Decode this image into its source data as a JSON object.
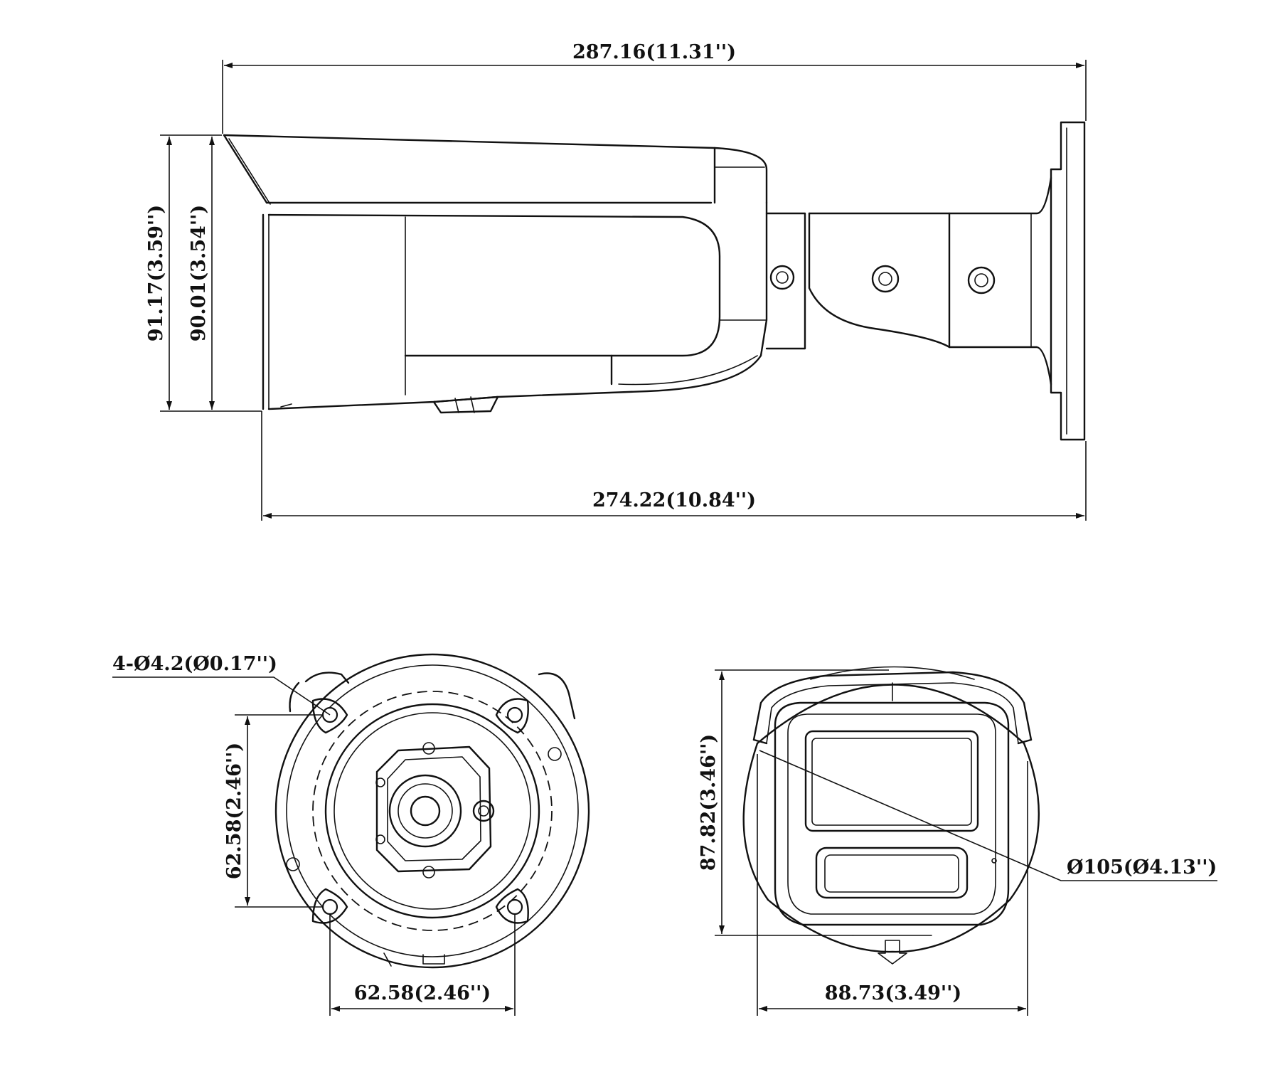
{
  "side_view": {
    "overall_length": "287.16(11.31'')",
    "body_length": "274.22(10.84'')",
    "total_height": "91.17(3.59'')",
    "body_height": "90.01(3.54'')"
  },
  "rear_view": {
    "mount_holes": "4-Ø4.2(Ø0.17'')",
    "hole_spacing_vertical": "62.58(2.46'')",
    "hole_spacing_horizontal": "62.58(2.46'')"
  },
  "front_view": {
    "height": "87.82(3.46'')",
    "width": "88.73(3.49'')",
    "diameter": "Ø105(Ø4.13'')"
  },
  "colors": {
    "line": "#111111",
    "background": "#ffffff"
  }
}
